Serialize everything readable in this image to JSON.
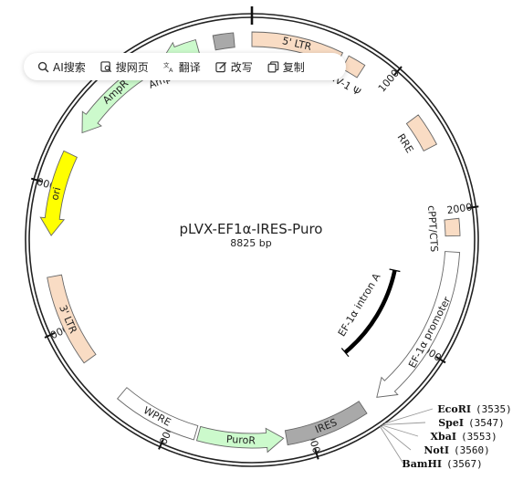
{
  "plasmid": {
    "name": "pLVX-EF1α-IRES-Puro",
    "size_label": "8825 bp",
    "length_bp": 8825
  },
  "ticks": [
    {
      "bp": 1000,
      "label": "1000"
    },
    {
      "bp": 2000,
      "label": "2000"
    },
    {
      "bp": 3000,
      "label": "3000"
    },
    {
      "bp": 4000,
      "label": "4000"
    },
    {
      "bp": 5000,
      "label": "5000"
    },
    {
      "bp": 6000,
      "label": "6000"
    },
    {
      "bp": 7000,
      "label": "7000"
    }
  ],
  "features": [
    {
      "id": "ltr5",
      "label": "5' LTR",
      "kind": "box",
      "start": 0,
      "end": 634,
      "color": "#f9dcc4"
    },
    {
      "id": "hiv-psi",
      "label": "HIV-1 Ψ",
      "kind": "box",
      "start": 680,
      "end": 806,
      "color": "#f9dcc4"
    },
    {
      "id": "rre",
      "label": "RRE",
      "kind": "box",
      "start": 1300,
      "end": 1534,
      "color": "#f9dcc4"
    },
    {
      "id": "cppt",
      "label": "cPPT/CTS",
      "kind": "box",
      "start": 2060,
      "end": 2178,
      "color": "#f9dcc4"
    },
    {
      "id": "ef1a-promoter",
      "label": "EF-1α promoter",
      "kind": "arrow",
      "start": 2290,
      "end": 3470,
      "dir": 1,
      "color": "#ffffff"
    },
    {
      "id": "ires",
      "label": "IRES",
      "kind": "box",
      "start": 3590,
      "end": 4170,
      "color": "#a9a9a9"
    },
    {
      "id": "puror",
      "label": "PuroR",
      "kind": "arrow",
      "start": 4190,
      "end": 4790,
      "dir": -1,
      "color": "#ccfacc"
    },
    {
      "id": "wpre",
      "label": "WPRE",
      "kind": "box",
      "start": 4810,
      "end": 5400,
      "color": "#ffffff"
    },
    {
      "id": "ltr3",
      "label": "3' LTR",
      "kind": "box",
      "start": 5730,
      "end": 6364,
      "color": "#f9dcc4"
    },
    {
      "id": "ori",
      "label": "ori",
      "kind": "arrow",
      "start": 6650,
      "end": 7240,
      "dir": -1,
      "color": "#ffff00"
    },
    {
      "id": "ampr",
      "label": "AmpR",
      "kind": "arrow",
      "start": 7410,
      "end": 8150,
      "dir": -1,
      "color": "#ccfacc"
    },
    {
      "id": "ampr-promoter",
      "label": "AmpR promoter",
      "kind": "arrow",
      "start": 8170,
      "end": 8440,
      "dir": -1,
      "color": "#ccfacc"
    },
    {
      "id": "grey-box",
      "label": "",
      "kind": "box",
      "start": 8560,
      "end": 8700,
      "color": "#a9a9a9"
    }
  ],
  "inner_feature": {
    "label": "EF-1α intron A",
    "start": 2500,
    "end": 3440
  },
  "restriction_sites": [
    {
      "name": "EcoRI",
      "position": "(3535)",
      "bp": 3535
    },
    {
      "name": "SpeI",
      "position": "(3547)",
      "bp": 3547
    },
    {
      "name": "XbaI",
      "position": "(3553)",
      "bp": 3553
    },
    {
      "name": "NotI",
      "position": "(3560)",
      "bp": 3560
    },
    {
      "name": "BamHI",
      "position": "(3567)",
      "bp": 3567
    }
  ],
  "toolbar": {
    "items": [
      {
        "id": "ai-search",
        "label": "AI搜索"
      },
      {
        "id": "search-page",
        "label": "搜网页"
      },
      {
        "id": "translate",
        "label": "翻译"
      },
      {
        "id": "rewrite",
        "label": "改写"
      },
      {
        "id": "copy",
        "label": "复制"
      }
    ]
  },
  "colors": {
    "backbone": "#222222",
    "outline": "#555555",
    "text": "#222222"
  }
}
